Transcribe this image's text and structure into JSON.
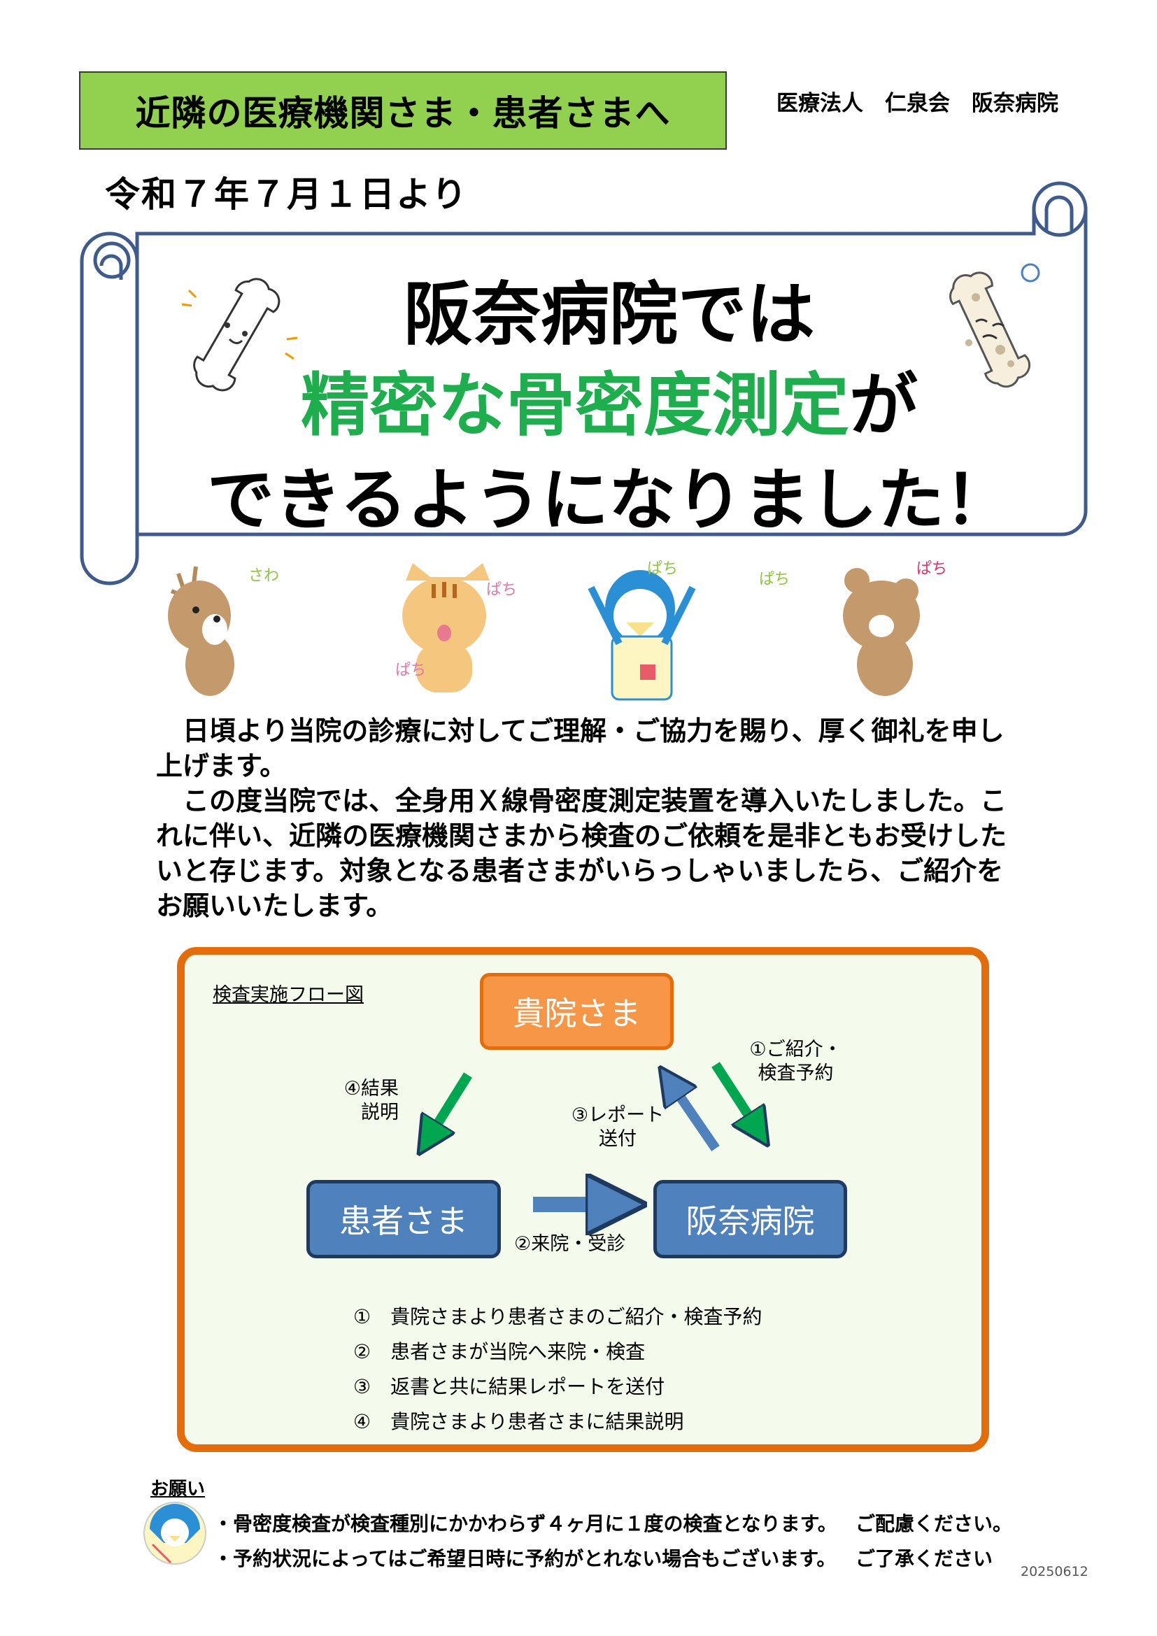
{
  "header": {
    "banner": "近隣の医療機関さま・患者さまへ",
    "organization": "医療法人　仁泉会　阪奈病院",
    "effective_date": "令和７年７月１日より"
  },
  "headline": {
    "line1": "阪奈病院では",
    "line2_highlight": "精密な骨密度測定",
    "line2_tail": "が",
    "line3": "できるようになりました！"
  },
  "body": {
    "paragraph1": "日頃より当院の診療に対してご理解・ご協力を賜り、厚く御礼を申し上げます。",
    "paragraph2": "この度当院では、全身用Ｘ線骨密度測定装置を導入いたしました。これに伴い、近隣の医療機関さまから検査のご依頼を是非ともお受けしたいと存じます。対象となる患者さまがいらっしゃいましたら、ご紹介をお願いいたします。"
  },
  "flow": {
    "title": "検査実施フロー図",
    "nodes": {
      "referrer": "貴院さま",
      "patient": "患者さま",
      "hospital": "阪奈病院"
    },
    "arrow_labels": {
      "step1": [
        "①ご紹介・",
        "検査予約"
      ],
      "step2": "②来院・受診",
      "step3": [
        "③レポート",
        "送付"
      ],
      "step4": [
        "④結果",
        "説明"
      ]
    },
    "steps": [
      "①　貴院さまより患者さまのご紹介・検査予約",
      "②　患者さまが当院へ来院・検査",
      "③　返書と共に結果レポートを送付",
      "④　貴院さまより患者さまに結果説明"
    ],
    "colors": {
      "frame": "#e46c0a",
      "referrer": "#f79646",
      "node": "#4f81bd",
      "green_arrow": "#00a650",
      "blue_arrow": "#4f81bd"
    }
  },
  "request": {
    "heading": "お願い",
    "notes": [
      {
        "text": "・骨密度検査が検査種別にかかわらず４ヶ月に１度の検査となります。",
        "tail": "ご配慮ください。"
      },
      {
        "text": "・予約状況によってはご希望日時に予約がとれない場合もございます。",
        "tail": "ご了承ください"
      }
    ]
  },
  "doc_code": "20250612",
  "decor": {
    "sfx": [
      "さわ",
      "ぱち",
      "ぱち",
      "ぱち",
      "ぱち",
      "ぱち"
    ]
  }
}
